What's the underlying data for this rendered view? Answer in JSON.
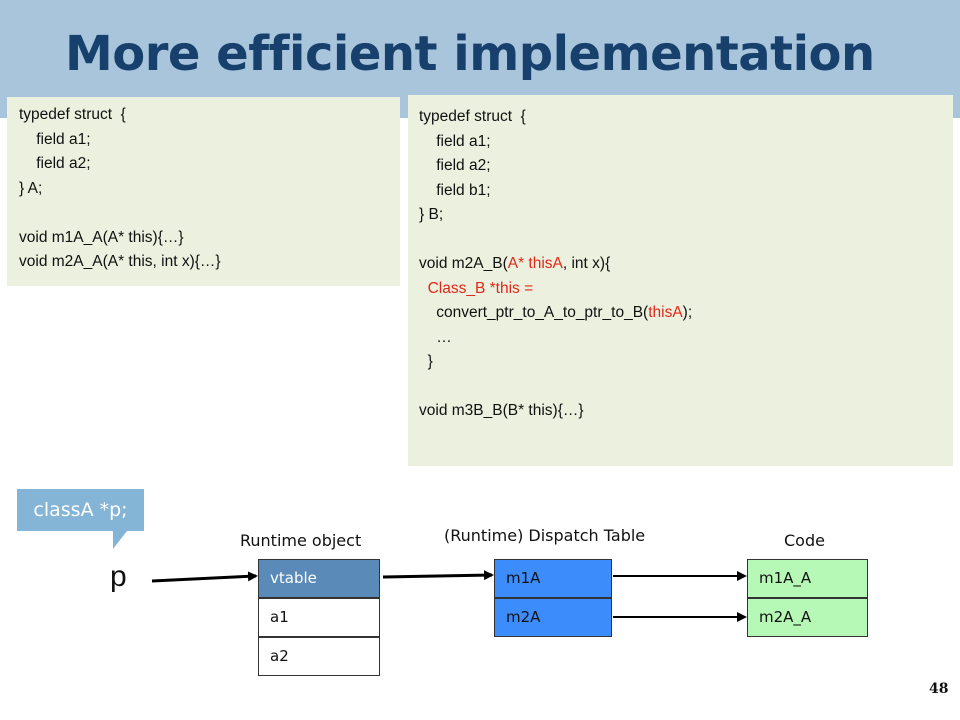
{
  "slide": {
    "title": "More efficient implementation",
    "page_number": "48"
  },
  "code_a": {
    "lines": [
      "typedef struct  {",
      "    field a1;",
      "    field a2;",
      "} A;",
      "",
      "void m1A_A(A* this){…}",
      "void m2A_A(A* this, int x){…}"
    ]
  },
  "code_b": {
    "line0": "typedef struct  {",
    "line1": "    field a1;",
    "line2": "    field a2;",
    "line3": "    field b1;",
    "line4": "} B;",
    "line6a": "void m2A_B(",
    "line6b": "A* thisA",
    "line6c": ", int x){",
    "line7": "  Class_B *this =",
    "line8a": "    convert_ptr_to_A_to_ptr_to_B(",
    "line8b": "thisA",
    "line8c": ");",
    "line9": "    …",
    "line10": "  }",
    "line12": "void m3B_B(B* this){…}",
    "highlight_color": "#e0281b"
  },
  "diagram": {
    "callout": "classA *p;",
    "pointer_label": "p",
    "runtime_object_label": "Runtime object",
    "dispatch_table_label": "(Runtime) Dispatch Table",
    "code_label": "Code",
    "runtime_object_cells": [
      "vtable",
      "a1",
      "a2"
    ],
    "dispatch_cells": [
      "m1A",
      "m2A"
    ],
    "code_cells": [
      "m1A_A",
      "m2A_A"
    ],
    "colors": {
      "vtable": "#5a8bb8",
      "dispatch": "#3c8dfb",
      "code": "#b6f8b6",
      "callout": "#84b4d6"
    }
  }
}
